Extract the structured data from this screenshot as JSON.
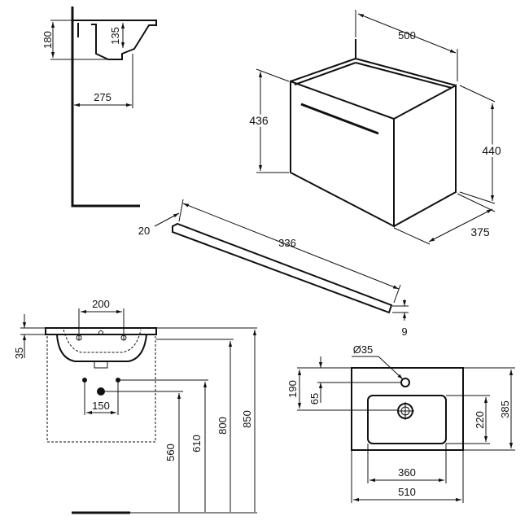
{
  "side_view": {
    "height": "180",
    "bowl_depth": "135",
    "projection": "275"
  },
  "cabinet": {
    "width": "500",
    "front_height": "436",
    "height": "440",
    "depth": "375"
  },
  "shelf": {
    "width": "20",
    "length": "336",
    "thickness": "9"
  },
  "front_view": {
    "tap_spacing": "200",
    "rim": "35",
    "supply_spacing": "150",
    "waste_height": "560",
    "supply_height": "610",
    "basin_underside": "800",
    "basin_top": "850"
  },
  "top_view": {
    "tap_hole": "Ø35",
    "tap_to_drain": "190",
    "tap_offset": "65",
    "bowl_depth": "220",
    "depth": "385",
    "bowl_width": "360",
    "width": "510"
  }
}
